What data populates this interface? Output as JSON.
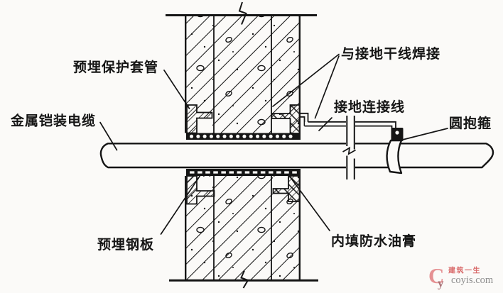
{
  "diagram": {
    "labels": {
      "embedded_protective_sleeve": "预埋保护套管",
      "metal_armored_cable": "金属铠装电缆",
      "weld_to_grounding_trunk": "与接地干线焊接",
      "grounding_connection_wire": "接地连接线",
      "round_clamp": "圆抱箍",
      "embedded_steel_plate": "预埋钢板",
      "waterproof_sealant_fill": "内填防水油膏"
    },
    "line_color": "#151515",
    "paper_color": "#fbfaf8"
  },
  "watermark": {
    "logo_letter_c": "C",
    "logo_letter_y": "y",
    "site_name": "建筑一生",
    "site_url": "coyis.com",
    "logo_c_color": "#e59193",
    "logo_y_color": "#a97176",
    "brand_color": "#d96a6a",
    "url_color": "#8c8c8c"
  }
}
